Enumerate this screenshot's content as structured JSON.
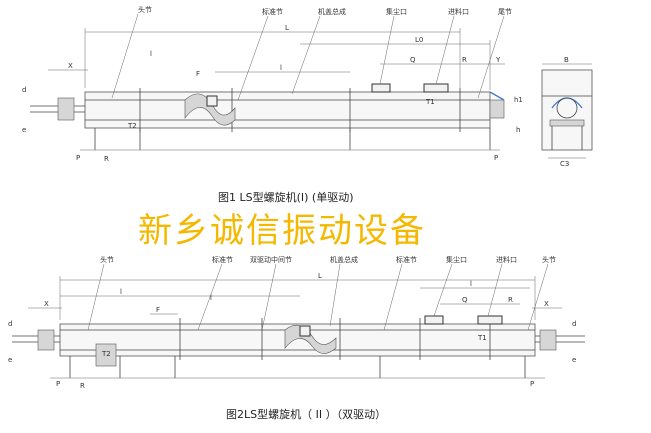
{
  "fig1": {
    "caption": "图1 LS型螺旋机(I) (单驱动)",
    "callouts": {
      "head": "头节",
      "standard": "标准节",
      "cover": "机盖总成",
      "dust": "集尘口",
      "inlet": "进料口",
      "tail": "尾节"
    },
    "dims": {
      "X": "X",
      "L": "L",
      "L0": "L0",
      "l": "l",
      "F": "F",
      "Q": "Q",
      "R": "R",
      "Y": "Y",
      "d": "d",
      "e": "e",
      "P": "P",
      "T1": "T1",
      "T2": "T2",
      "h1": "h1",
      "h": "h",
      "Rb": "R",
      "B": "B",
      "C3": "C3"
    }
  },
  "fig2": {
    "caption": "图2LS型螺旋机（ II ）（双驱动）",
    "callouts": {
      "head_left": "头节",
      "standard_left": "标准节",
      "mid": "双驱动中间节",
      "cover": "机盖总成",
      "standard_right": "标准节",
      "dust": "集尘口",
      "inlet": "进料口",
      "head_right": "头节"
    },
    "dims": {
      "X_left": "X",
      "L": "L",
      "l_left": "l",
      "l_mid": "l",
      "l_right": "l",
      "F": "F",
      "Q": "Q",
      "R": "R",
      "X_right": "X",
      "d_left": "d",
      "e_left": "e",
      "P_left": "P",
      "T2": "T2",
      "T1": "T1",
      "d_right": "d",
      "e_right": "e",
      "P_right": "P",
      "Rb": "R"
    }
  },
  "watermark": "新乡诚信振动设备"
}
